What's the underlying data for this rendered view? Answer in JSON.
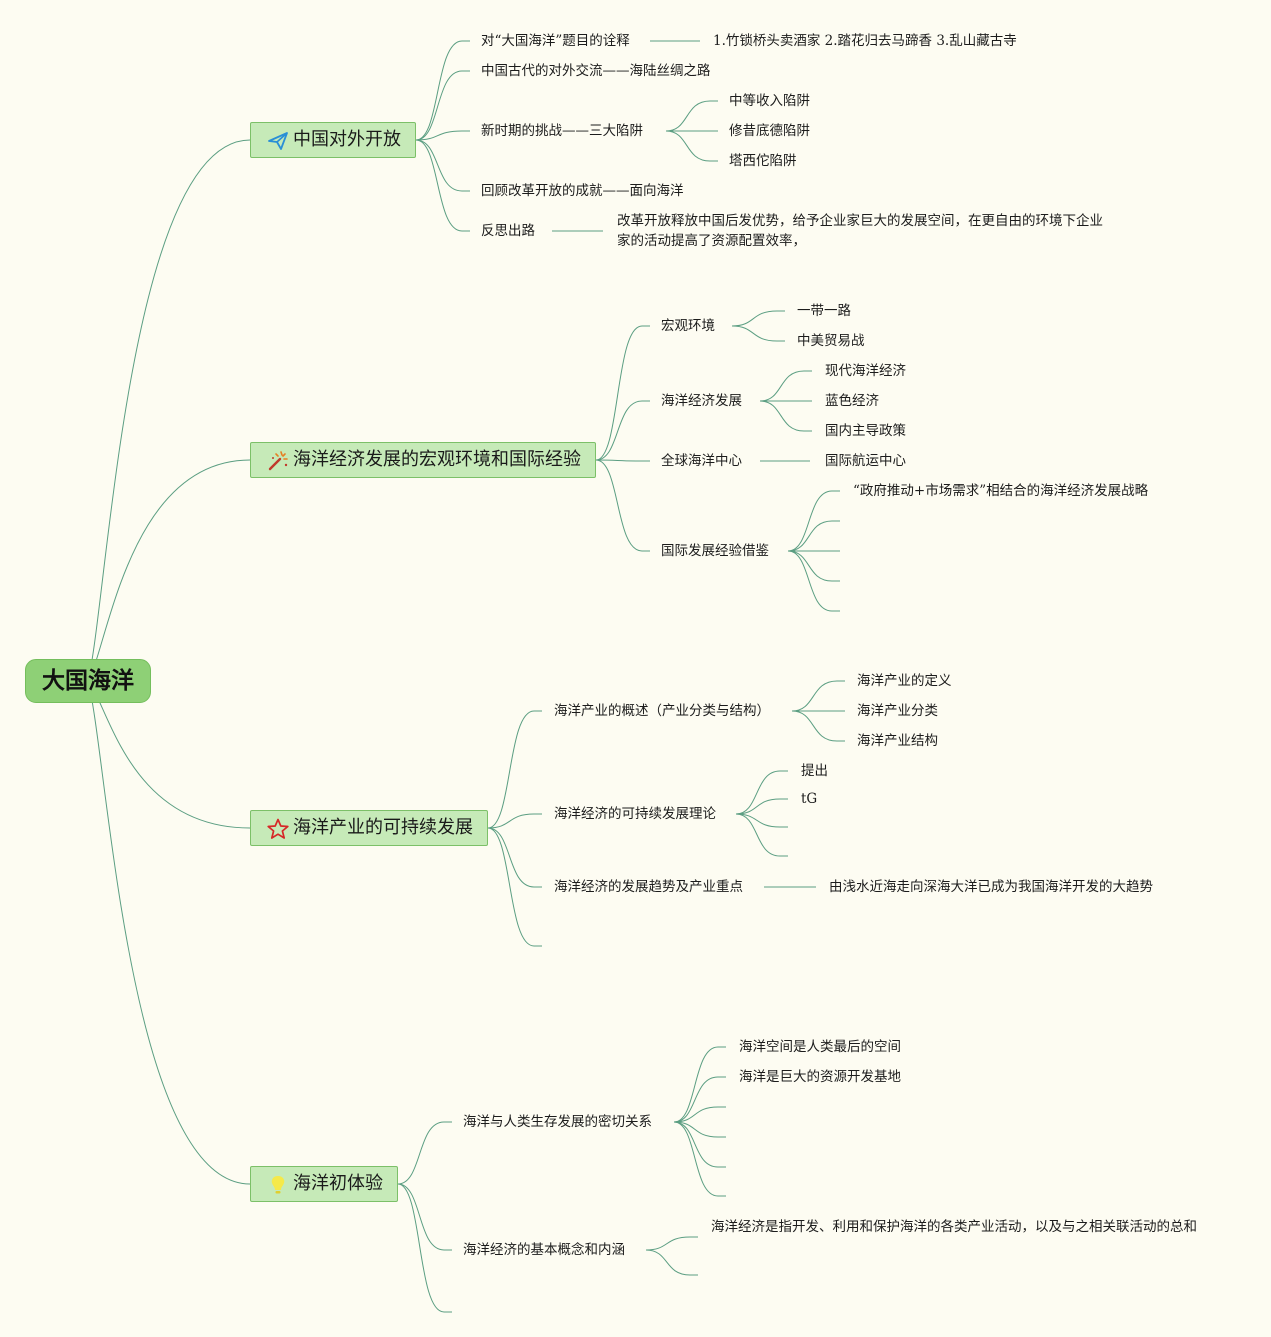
{
  "root": {
    "label": "大国海洋"
  },
  "branches": [
    {
      "label": "中国对外开放",
      "icon": "paper-plane-icon",
      "children": [
        {
          "label": "对“大国海洋”题目的诠释",
          "detail": "1.竹锁桥头卖酒家 2.踏花归去马蹄香 3.乱山藏古寺"
        },
        {
          "label": "中国古代的对外交流——海陆丝绸之路"
        },
        {
          "label": "新时期的挑战——三大陷阱",
          "children": [
            "中等收入陷阱",
            "修昔底德陷阱",
            "塔西佗陷阱"
          ]
        },
        {
          "label": "回顾改革开放的成就——面向海洋"
        },
        {
          "label": "反思出路",
          "detail": "改革开放释放中国后发优势，给予企业家巨大的发展空间，在更自由的环境下企业家的活动提高了资源配置效率，"
        }
      ]
    },
    {
      "label": "海洋经济发展的宏观环境和国际经验",
      "icon": "magic-wand-icon",
      "children": [
        {
          "label": "宏观环境",
          "children": [
            "一带一路",
            "中美贸易战"
          ]
        },
        {
          "label": "海洋经济发展",
          "children": [
            "现代海洋经济",
            "蓝色经济",
            "国内主导政策"
          ]
        },
        {
          "label": "全球海洋中心",
          "children": [
            "国际航运中心"
          ]
        },
        {
          "label": "国际发展经验借鉴",
          "children": [
            "“政府推动+市场需求”相结合的海洋经济发展战略",
            "",
            "",
            "",
            ""
          ]
        }
      ]
    },
    {
      "label": "海洋产业的可持续发展",
      "icon": "star-icon",
      "children": [
        {
          "label": "海洋产业的概述（产业分类与结构）",
          "children": [
            "海洋产业的定义",
            "海洋产业分类",
            "海洋产业结构"
          ]
        },
        {
          "label": "海洋经济的可持续发展理论",
          "children": [
            "提出",
            "tG",
            "",
            ""
          ]
        },
        {
          "label": "海洋经济的发展趋势及产业重点",
          "children": [
            "由浅水近海走向深海大洋已成为我国海洋开发的大趋势"
          ]
        },
        {
          "label": ""
        }
      ]
    },
    {
      "label": "海洋初体验",
      "icon": "lightbulb-icon",
      "children": [
        {
          "label": "海洋与人类生存发展的密切关系",
          "children": [
            "海洋空间是人类最后的空间",
            "海洋是巨大的资源开发基地",
            "",
            "",
            "",
            ""
          ]
        },
        {
          "label": "海洋经济的基本概念和内涵",
          "children": [
            "海洋经济是指开发、利用和保护海洋的各类产业活动，以及与之相关联活动的总和",
            ""
          ]
        },
        {
          "label": ""
        }
      ]
    }
  ],
  "colors": {
    "line": "#5b9e82",
    "node_fill": "#c6eab8",
    "root_fill": "#8ed076",
    "background": "#fdfcf2"
  }
}
